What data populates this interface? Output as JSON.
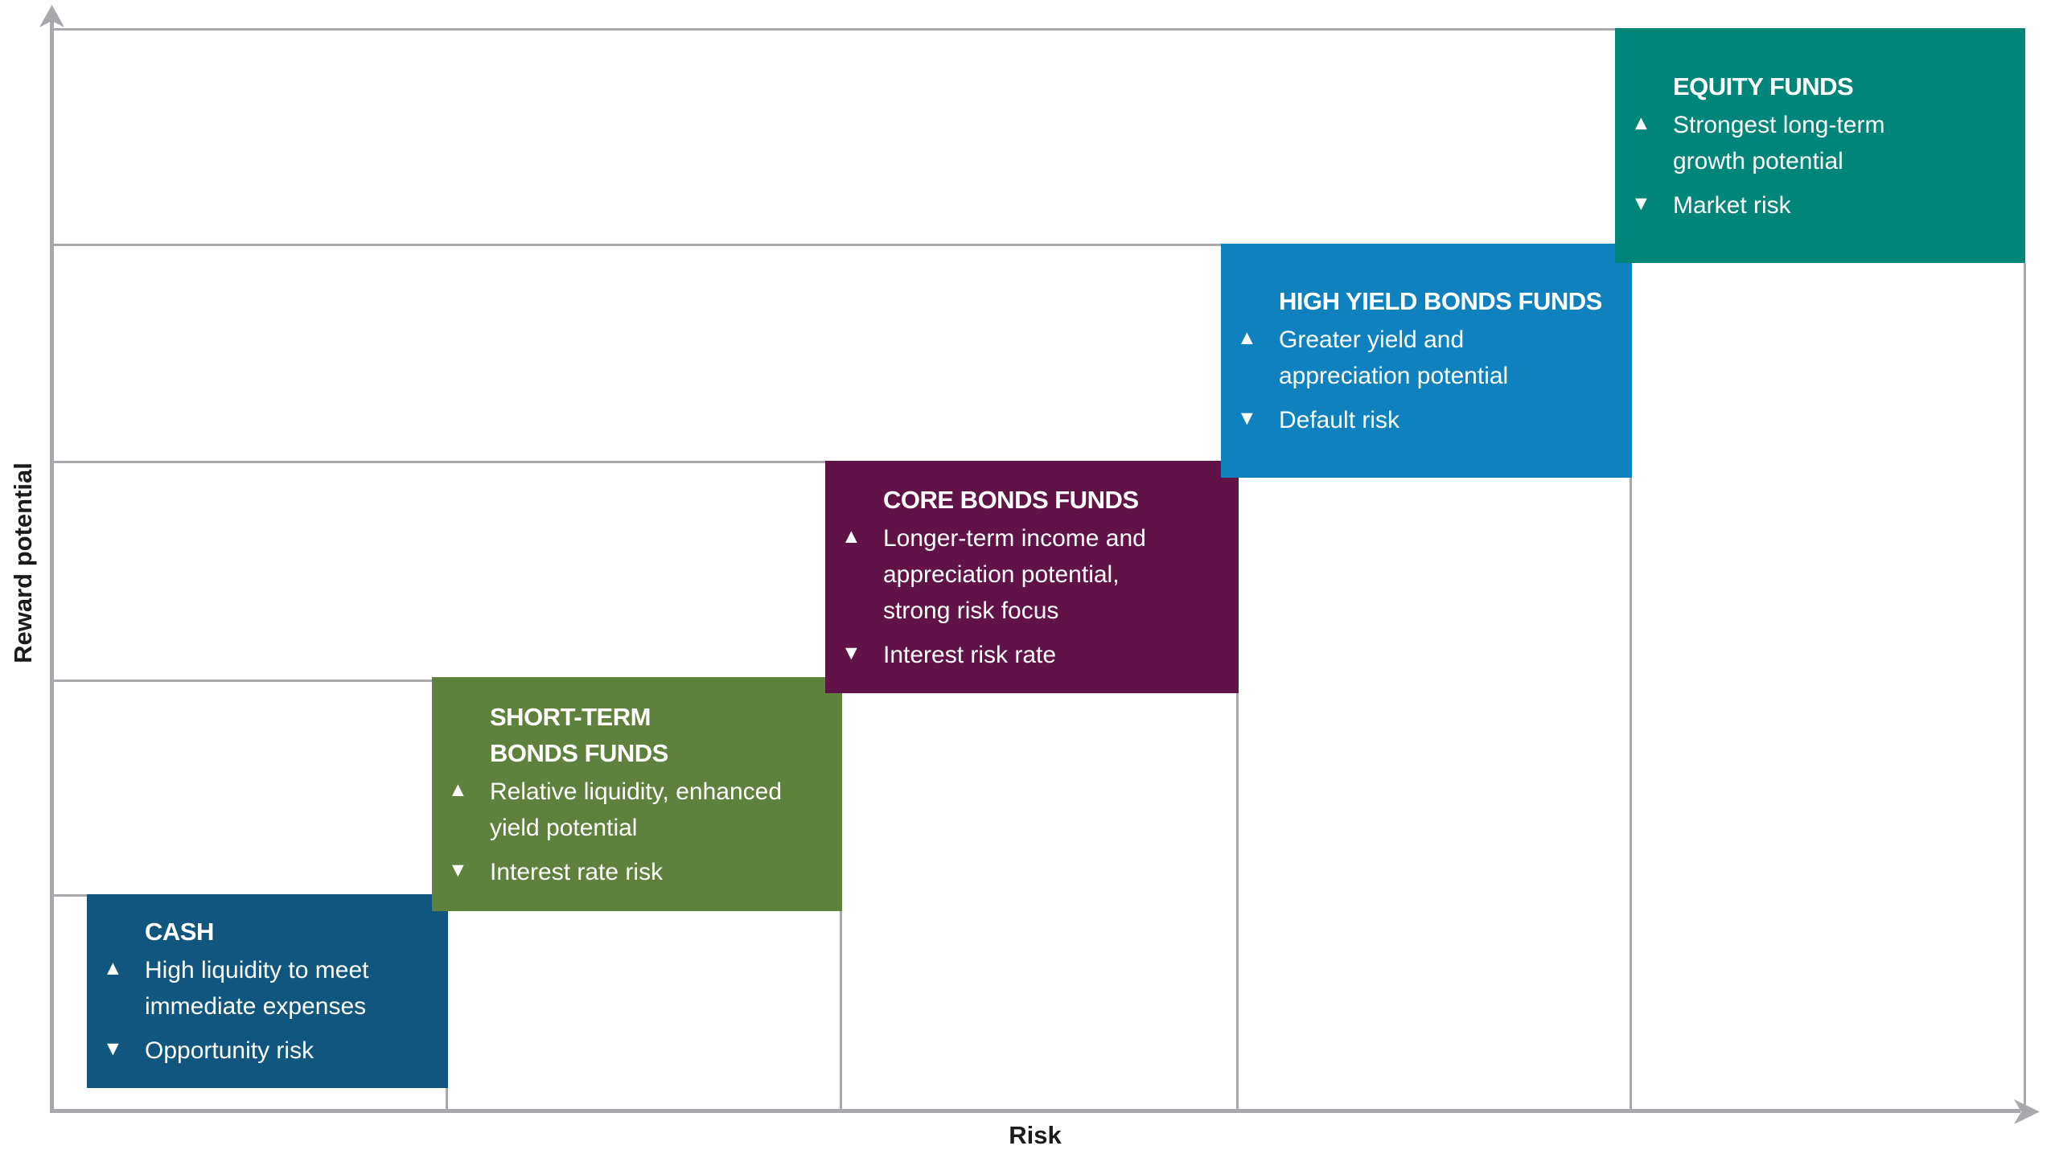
{
  "chart_data": {
    "type": "stairstep-risk-reward",
    "title": "",
    "xlabel": "Risk",
    "ylabel": "Reward potential",
    "categories": [
      "CASH",
      "SHORT-TERM BONDS FUNDS",
      "CORE BONDS FUNDS",
      "HIGH YIELD BONDS FUNDS",
      "EQUITY FUNDS"
    ],
    "series": [
      {
        "name": "risk_level (ordinal, 1=lowest of 5 steps)",
        "values": [
          1,
          2,
          3,
          4,
          5
        ]
      },
      {
        "name": "reward_potential_level (ordinal, 1=lowest of 5 steps)",
        "values": [
          1,
          2,
          3,
          4,
          5
        ]
      }
    ],
    "axis_ranges": {
      "x_steps": [
        0,
        5
      ],
      "y_steps": [
        0,
        5
      ]
    },
    "grid": true,
    "legend": "none",
    "annotations": [
      "CASH: ▲ High liquidity to meet immediate expenses / ▼ Opportunity risk",
      "SHORT-TERM BONDS FUNDS: ▲ Relative liquidity, enhanced yield potential / ▼ Interest rate risk",
      "CORE BONDS FUNDS: ▲ Longer-term income and appreciation potential, strong risk focus / ▼ Interest risk rate",
      "HIGH YIELD BONDS FUNDS: ▲ Greater yield and appreciation potential / ▼ Default risk",
      "EQUITY FUNDS: ▲ Strongest long-term growth potential / ▼ Market risk"
    ]
  },
  "chart": {
    "y_axis_label": "Reward potential",
    "x_axis_label": "Risk",
    "icons": {
      "up": "▲",
      "down": "▼"
    },
    "colors": {
      "axis": "#A7A9AC",
      "gridline": "#A7A9AC",
      "box_text": "#FFFFFF",
      "axis_label_text": "#1B1B1B",
      "background": "#FFFFFF"
    },
    "boxes": [
      {
        "name": "cash",
        "title": "CASH",
        "up_text": "High liquidity to meet\nimmediate expenses",
        "down_text": "Opportunity risk",
        "color": "#11567E"
      },
      {
        "name": "short-term-bonds-funds",
        "title": "SHORT-TERM\nBONDS FUNDS",
        "up_text": "Relative liquidity, enhanced\nyield potential",
        "down_text": "Interest rate risk",
        "color": "#5E823E"
      },
      {
        "name": "core-bonds-funds",
        "title": "CORE BONDS FUNDS",
        "up_text": "Longer-term income and\nappreciation potential,\nstrong risk focus",
        "down_text": "Interest risk rate",
        "color": "#611247"
      },
      {
        "name": "high-yield-bonds-funds",
        "title": "HIGH YIELD BONDS FUNDS",
        "up_text": "Greater yield and\nappreciation potential",
        "down_text": "Default risk",
        "color": "#0F81BF"
      },
      {
        "name": "equity-funds",
        "title": "EQUITY FUNDS",
        "up_text": "Strongest long-term\ngrowth potential",
        "down_text": "Market risk",
        "color": "#00857A"
      }
    ]
  }
}
